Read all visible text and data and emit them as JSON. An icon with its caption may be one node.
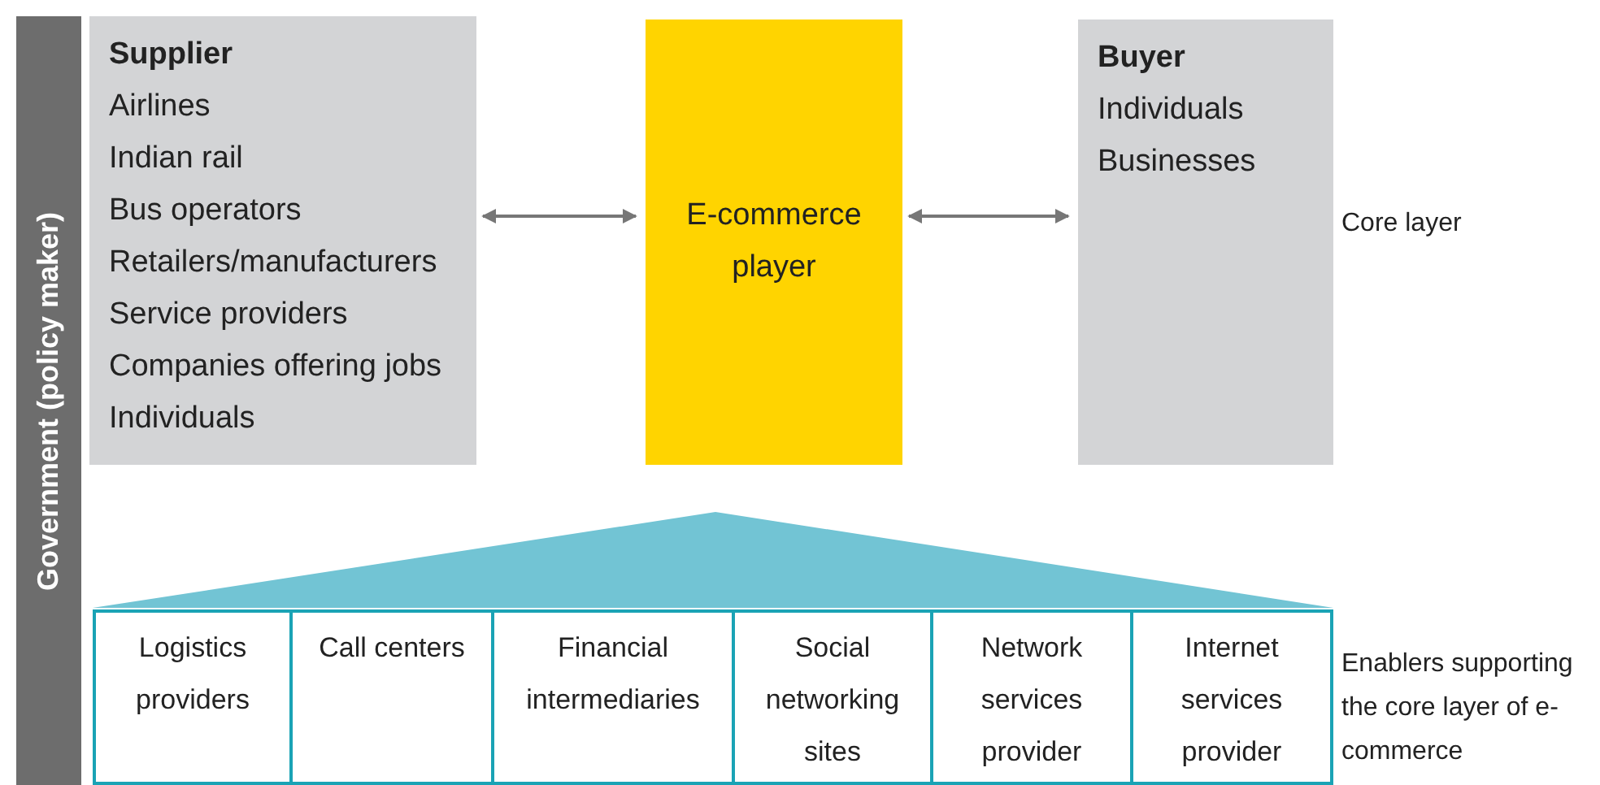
{
  "diagram": {
    "nodes": [
      {
        "text": [
          "Government (policy maker)"
        ]
      },
      {
        "text": [
          "Supplier",
          "Airlines",
          "Indian rail",
          "Bus operators",
          "Retailers/manufacturers",
          "Service providers",
          "Companies offering jobs",
          "Individuals"
        ]
      },
      {
        "text": [
          "E-commerce player"
        ]
      },
      {
        "text": [
          "Buyer",
          "Individuals",
          "Businesses"
        ]
      },
      {
        "text": [],
        "shape": "triangle"
      },
      {
        "text": [
          "Logistics providers"
        ]
      },
      {
        "text": [
          "Call centers"
        ]
      },
      {
        "text": [
          "Financial intermediaries"
        ]
      },
      {
        "text": [
          "Social networking sites"
        ]
      },
      {
        "text": [
          "Network services provider"
        ]
      },
      {
        "text": [
          "Internet services provider"
        ]
      }
    ],
    "edges": [
      {
        "from": 1,
        "to": 2,
        "arrow": "both"
      },
      {
        "from": 2,
        "to": 3,
        "arrow": "both"
      }
    ],
    "labels": [
      "Core layer",
      "Enablers supporting the core layer of e-commerce"
    ]
  }
}
